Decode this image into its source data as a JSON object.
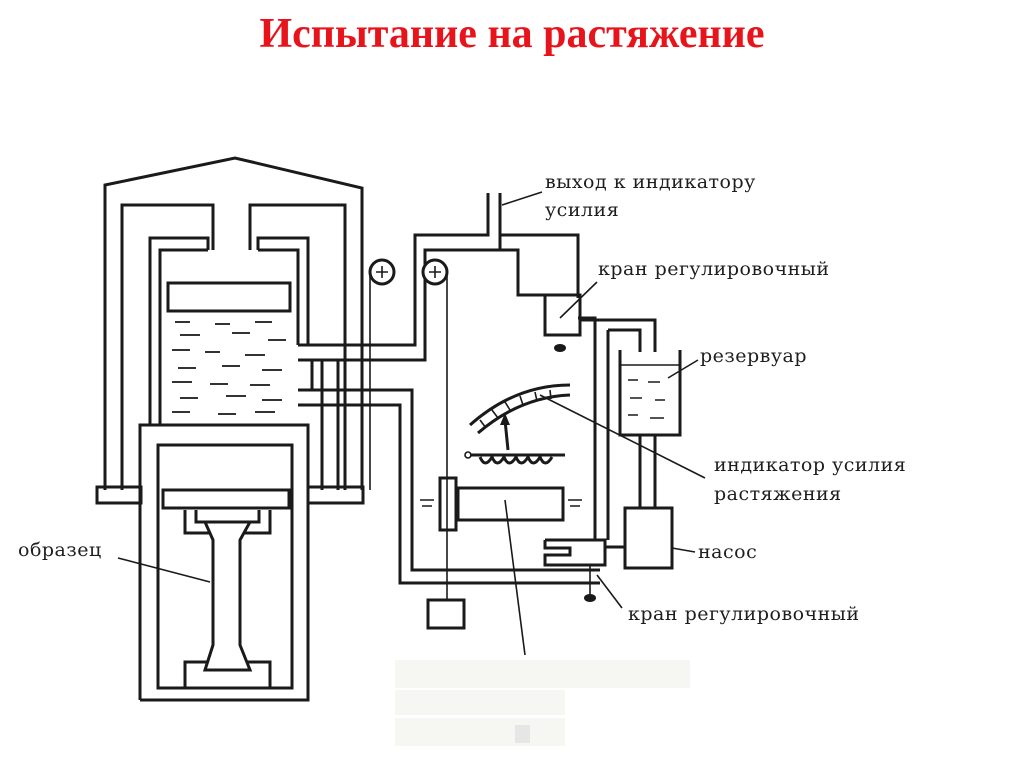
{
  "title": "Испытание на растяжение",
  "labels": {
    "output_line1": "выход к индикатору",
    "output_line2": "усилия",
    "valve_top": "кран регулировочный",
    "reservoir": "резервуар",
    "indicator_line1": "индикатор усилия",
    "indicator_line2": "растяжения",
    "pump": "насос",
    "valve_bottom": "кран регулировочный",
    "specimen": "образец"
  },
  "colors": {
    "title": "#e8141c",
    "lines": "#1a1a1a"
  }
}
